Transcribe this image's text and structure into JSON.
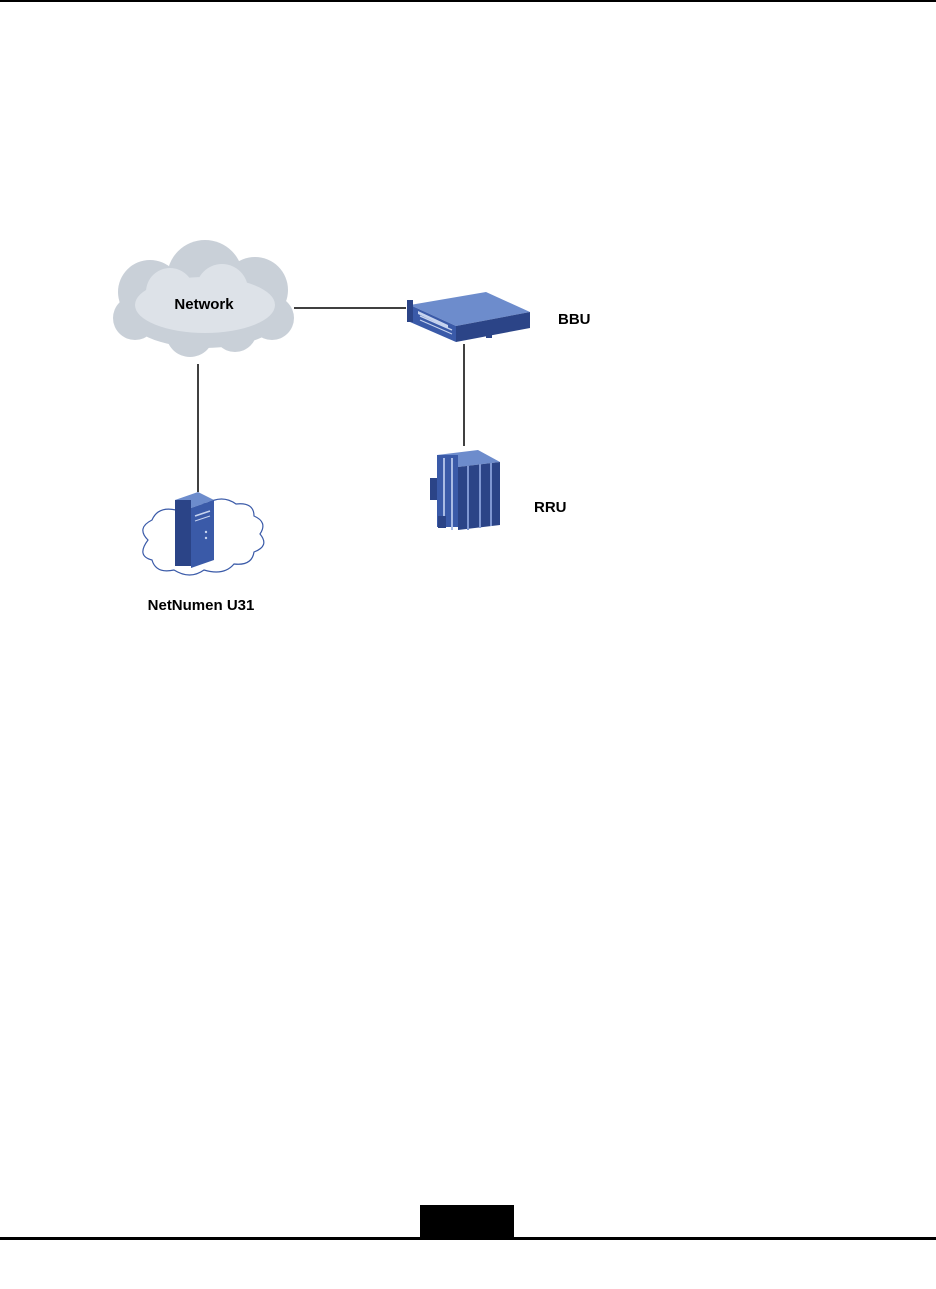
{
  "diagram": {
    "nodes": {
      "network": {
        "label": "Network",
        "icon": "cloud-icon"
      },
      "bbu": {
        "label": "BBU",
        "icon": "bbu-rack-icon"
      },
      "rru": {
        "label": "RRU",
        "icon": "rru-unit-icon"
      },
      "netnumen": {
        "label": "NetNumen U31",
        "icon": "server-icon"
      }
    },
    "connections": [
      {
        "from": "network",
        "to": "bbu"
      },
      {
        "from": "network",
        "to": "netnumen"
      },
      {
        "from": "bbu",
        "to": "rru"
      }
    ],
    "colors": {
      "cloud": "#c9d0d8",
      "device_blue": "#3a5aa8",
      "device_dark": "#2b4487",
      "device_light": "#6d8ccc",
      "line": "#000000"
    }
  }
}
